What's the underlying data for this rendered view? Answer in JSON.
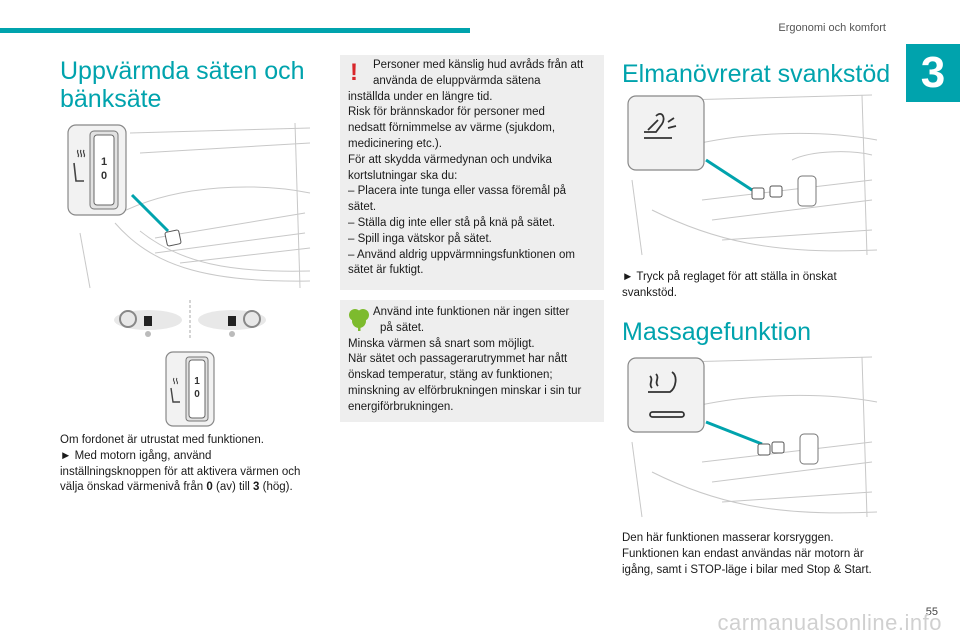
{
  "header": {
    "section_title": "Ergonomi och komfort",
    "chapter_number": "3",
    "page_number": "55"
  },
  "left": {
    "title_line1": "Uppvärmda säten och",
    "title_line2": "bänksäte",
    "knob_upper_1": "1",
    "knob_upper_0": "0",
    "knob_lower_1": "1",
    "knob_lower_0": "0",
    "intro": "Om fordonet är utrustat med funktionen.",
    "step_line1": "► Med motorn igång, använd",
    "step_line2": "inställningsknoppen för att aktivera värmen och",
    "step_line3_a": "välja önskad värmenivå från ",
    "step_bold_0": "0",
    "step_line3_b": " (av) till ",
    "step_bold_3": "3",
    "step_line3_c": " (hög)."
  },
  "middle": {
    "warning_lines": [
      "Personer med känslig hud avråds från att",
      "använda de eluppvärmda sätena",
      "inställda under en längre tid.",
      "Risk för brännskador för personer med",
      "nedsatt förnimmelse av värme (sjukdom,",
      "medicinering etc.).",
      "För att skydda värmedynan och undvika",
      "kortslutningar ska du:",
      "– Placera inte tunga eller vassa föremål på",
      "sätet.",
      "– Ställa dig inte eller stå på knä på sätet.",
      "– Spill inga vätskor på sätet.",
      "– Använd aldrig uppvärmningsfunktionen om",
      "sätet är fuktigt."
    ],
    "eco_lines": [
      "Använd inte funktionen när ingen sitter",
      "på sätet.",
      "Minska värmen så snart som möjligt.",
      "När sätet och passagerarutrymmet har nått",
      "önskad temperatur, stäng av funktionen;",
      "minskning av elförbrukningen minskar i sin tur",
      "energiförbrukningen."
    ]
  },
  "right": {
    "title_lumbar": "Elmanövrerat svankstöd",
    "lumbar_step_line1": "► Tryck på reglaget för att ställa in önskat",
    "lumbar_step_line2": "svankstöd.",
    "title_massage": "Massagefunktion",
    "massage_line1": "Den här funktionen masserar korsryggen.",
    "massage_line2": "Funktionen kan endast användas när motorn är",
    "massage_line3": "igång, samt i STOP-läge i bilar med Stop & Start."
  },
  "watermark": "carmanualsonline.info",
  "colors": {
    "accent": "#00a3ad",
    "warning": "#d8262a",
    "eco": "#7dbb2e",
    "box_bg": "#eeeeee"
  }
}
